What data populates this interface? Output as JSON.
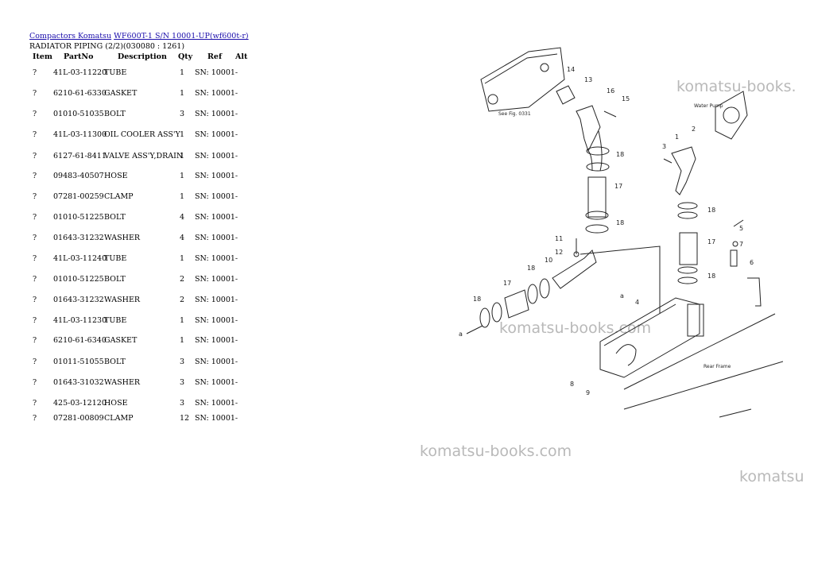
{
  "breadcrumb": {
    "link1": "Compactors Komatsu",
    "link2": "WF600T-1 S/N 10001-UP(wf600t-r)"
  },
  "subtitle": "RADIATOR PIPING (2/2)(030080 : 1261)",
  "table": {
    "headers": {
      "item": "Item",
      "partno": "PartNo",
      "description": "Description",
      "qty": "Qty",
      "ref": "Ref",
      "alt": "Alt"
    },
    "rows": [
      {
        "item": "?",
        "partno": "41L-03-11220",
        "description": "TUBE",
        "qty": "1",
        "ref": "SN: 10001-"
      },
      {
        "item": "?",
        "partno": "6210-61-6330",
        "description": "GASKET",
        "qty": "1",
        "ref": "SN: 10001-"
      },
      {
        "item": "?",
        "partno": "01010-51035",
        "description": "BOLT",
        "qty": "3",
        "ref": "SN: 10001-"
      },
      {
        "item": "?",
        "partno": "41L-03-11300",
        "description": "OIL COOLER ASS'Y",
        "qty": "1",
        "ref": "SN: 10001-"
      },
      {
        "item": "?",
        "partno": "6127-61-8411",
        "description": "VALVE ASS'Y,DRAIN",
        "qty": "1",
        "ref": "SN: 10001-"
      },
      {
        "item": "?",
        "partno": "09483-40507",
        "description": "HOSE",
        "qty": "1",
        "ref": "SN: 10001-"
      },
      {
        "item": "?",
        "partno": "07281-00259",
        "description": "CLAMP",
        "qty": "1",
        "ref": "SN: 10001-"
      },
      {
        "item": "?",
        "partno": "01010-51225",
        "description": "BOLT",
        "qty": "4",
        "ref": "SN: 10001-"
      },
      {
        "item": "?",
        "partno": "01643-31232",
        "description": "WASHER",
        "qty": "4",
        "ref": "SN: 10001-"
      },
      {
        "item": "?",
        "partno": "41L-03-11240",
        "description": "TUBE",
        "qty": "1",
        "ref": "SN: 10001-"
      },
      {
        "item": "?",
        "partno": "01010-51225",
        "description": "BOLT",
        "qty": "2",
        "ref": "SN: 10001-"
      },
      {
        "item": "?",
        "partno": "01643-31232",
        "description": "WASHER",
        "qty": "2",
        "ref": "SN: 10001-"
      },
      {
        "item": "?",
        "partno": "41L-03-11230",
        "description": "TUBE",
        "qty": "1",
        "ref": "SN: 10001-"
      },
      {
        "item": "?",
        "partno": "6210-61-6340",
        "description": "GASKET",
        "qty": "1",
        "ref": "SN: 10001-"
      },
      {
        "item": "?",
        "partno": "01011-51055",
        "description": "BOLT",
        "qty": "3",
        "ref": "SN: 10001-"
      },
      {
        "item": "?",
        "partno": "01643-31032",
        "description": "WASHER",
        "qty": "3",
        "ref": "SN: 10001-"
      },
      {
        "item": "?",
        "partno": "425-03-12120",
        "description": "HOSE",
        "qty": "3",
        "ref": "SN: 10001-"
      },
      {
        "item": "?",
        "partno": "07281-00809",
        "description": "CLAMP",
        "qty": "12",
        "ref": "SN: 10001-"
      }
    ]
  },
  "watermarks": {
    "wm1": "komatsu-books.",
    "wm2": "komatsu-books.com",
    "wm3": "komatsu-books.com",
    "wm4": "komatsu"
  },
  "diagram": {
    "callouts": [
      "14",
      "13",
      "16",
      "15",
      "18",
      "17",
      "18",
      "11",
      "12",
      "10",
      "18",
      "17",
      "18",
      "1",
      "2",
      "3",
      "18",
      "5",
      "7",
      "17",
      "6",
      "18",
      "4",
      "a",
      "8",
      "9",
      "a"
    ],
    "labels": {
      "see_fig": "See Fig. 0331",
      "water_pump": "Water Pump",
      "rear_frame": "Rear Frame"
    }
  }
}
